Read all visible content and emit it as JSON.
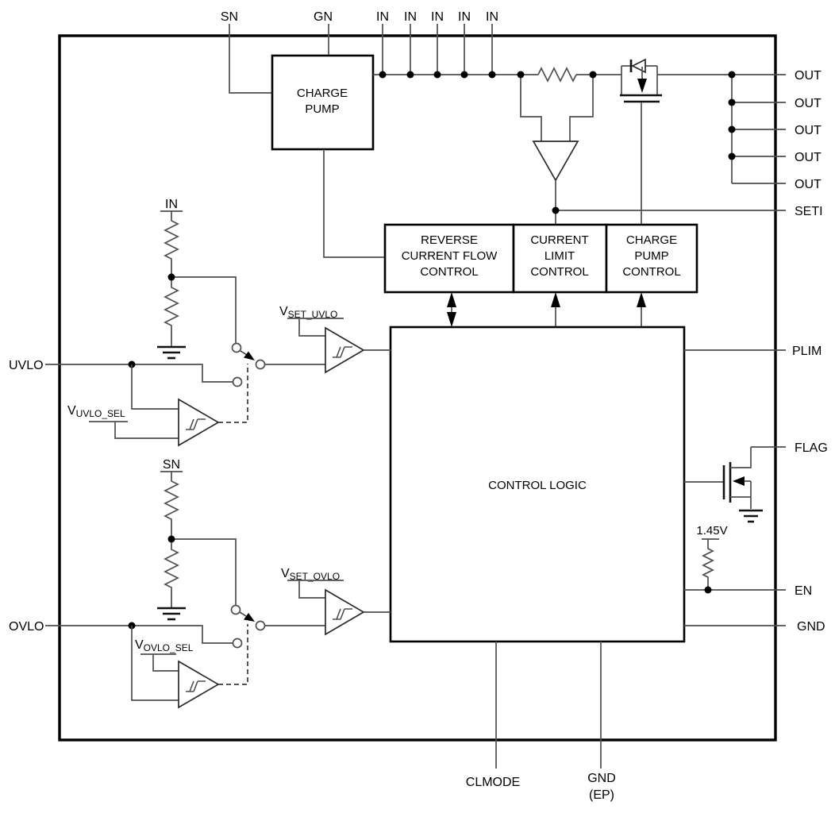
{
  "pins": {
    "sn": "SN",
    "gn": "GN",
    "in": "IN",
    "uvlo": "UVLO",
    "ovlo": "OVLO",
    "out": "OUT",
    "seti": "SETI",
    "plim": "PLIM",
    "flag": "FLAG",
    "en": "EN",
    "gnd": "GND",
    "clmode": "CLMODE",
    "gnd_ep": "GND",
    "gnd_ep_suffix": "(EP)"
  },
  "blocks": {
    "charge_pump": {
      "line1": "CHARGE",
      "line2": "PUMP"
    },
    "reverse_current_flow_control": {
      "line1": "REVERSE",
      "line2": "CURRENT FLOW",
      "line3": "CONTROL"
    },
    "current_limit_control": {
      "line1": "CURRENT",
      "line2": "LIMIT",
      "line3": "CONTROL"
    },
    "charge_pump_control": {
      "line1": "CHARGE",
      "line2": "PUMP",
      "line3": "CONTROL"
    },
    "control_logic": {
      "label": "CONTROL LOGIC"
    }
  },
  "references": {
    "uvlo_divider_top": "IN",
    "ovlo_divider_top": "SN",
    "v_set_uvlo": {
      "base": "V",
      "sub": "SET_UVLO"
    },
    "v_uvlo_sel": {
      "base": "V",
      "sub": "UVLO_SEL"
    },
    "v_set_ovlo": {
      "base": "V",
      "sub": "SET_OVLO"
    },
    "v_ovlo_sel": {
      "base": "V",
      "sub": "OVLO_SEL"
    },
    "en_pullup_voltage": "1.45V"
  },
  "colors": {
    "background": "#ffffff",
    "wire": "#4f4f4f",
    "outline": "#000000",
    "text": "#000000"
  }
}
